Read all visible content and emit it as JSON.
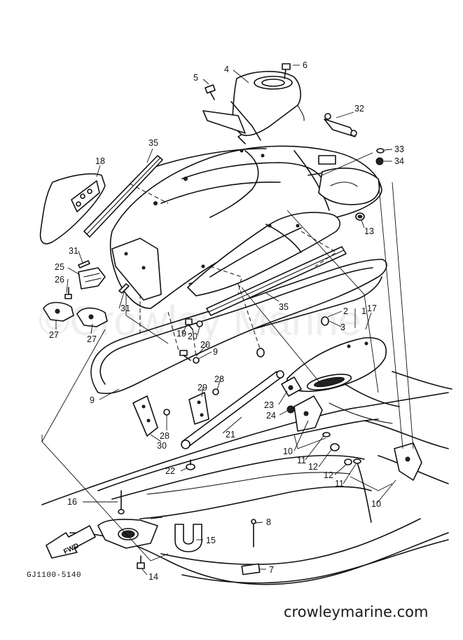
{
  "diagram": {
    "callouts": [
      {
        "id": "c1",
        "label": "1"
      },
      {
        "id": "c2",
        "label": "2"
      },
      {
        "id": "c3",
        "label": "3"
      },
      {
        "id": "c4",
        "label": "4"
      },
      {
        "id": "c5",
        "label": "5"
      },
      {
        "id": "c6",
        "label": "6"
      },
      {
        "id": "c7",
        "label": "7"
      },
      {
        "id": "c8",
        "label": "8"
      },
      {
        "id": "c9",
        "label": "9"
      },
      {
        "id": "c9b",
        "label": "9"
      },
      {
        "id": "c10a",
        "label": "10"
      },
      {
        "id": "c10b",
        "label": "10"
      },
      {
        "id": "c11a",
        "label": "11"
      },
      {
        "id": "c11b",
        "label": "11"
      },
      {
        "id": "c12a",
        "label": "12"
      },
      {
        "id": "c12b",
        "label": "12"
      },
      {
        "id": "c13",
        "label": "13"
      },
      {
        "id": "c14",
        "label": "14"
      },
      {
        "id": "c15",
        "label": "15"
      },
      {
        "id": "c16",
        "label": "16"
      },
      {
        "id": "c17",
        "label": "17"
      },
      {
        "id": "c18",
        "label": "18"
      },
      {
        "id": "c19",
        "label": "19"
      },
      {
        "id": "c20a",
        "label": "20"
      },
      {
        "id": "c20b",
        "label": "20"
      },
      {
        "id": "c21",
        "label": "21"
      },
      {
        "id": "c22",
        "label": "22"
      },
      {
        "id": "c23",
        "label": "23"
      },
      {
        "id": "c24",
        "label": "24"
      },
      {
        "id": "c25",
        "label": "25"
      },
      {
        "id": "c26",
        "label": "26"
      },
      {
        "id": "c27a",
        "label": "27"
      },
      {
        "id": "c27b",
        "label": "27"
      },
      {
        "id": "c28a",
        "label": "28"
      },
      {
        "id": "c28b",
        "label": "28"
      },
      {
        "id": "c29",
        "label": "29"
      },
      {
        "id": "c30",
        "label": "30"
      },
      {
        "id": "c31a",
        "label": "31"
      },
      {
        "id": "c31b",
        "label": "31"
      },
      {
        "id": "c32",
        "label": "32"
      },
      {
        "id": "c33",
        "label": "33"
      },
      {
        "id": "c34",
        "label": "34"
      },
      {
        "id": "c35a",
        "label": "35"
      },
      {
        "id": "c35b",
        "label": "35"
      }
    ],
    "diagram_code": "GJ1100-5140",
    "fwd_label": "FWD",
    "watermark": "©Crowley Marine",
    "website": "crowleymarine.com"
  }
}
